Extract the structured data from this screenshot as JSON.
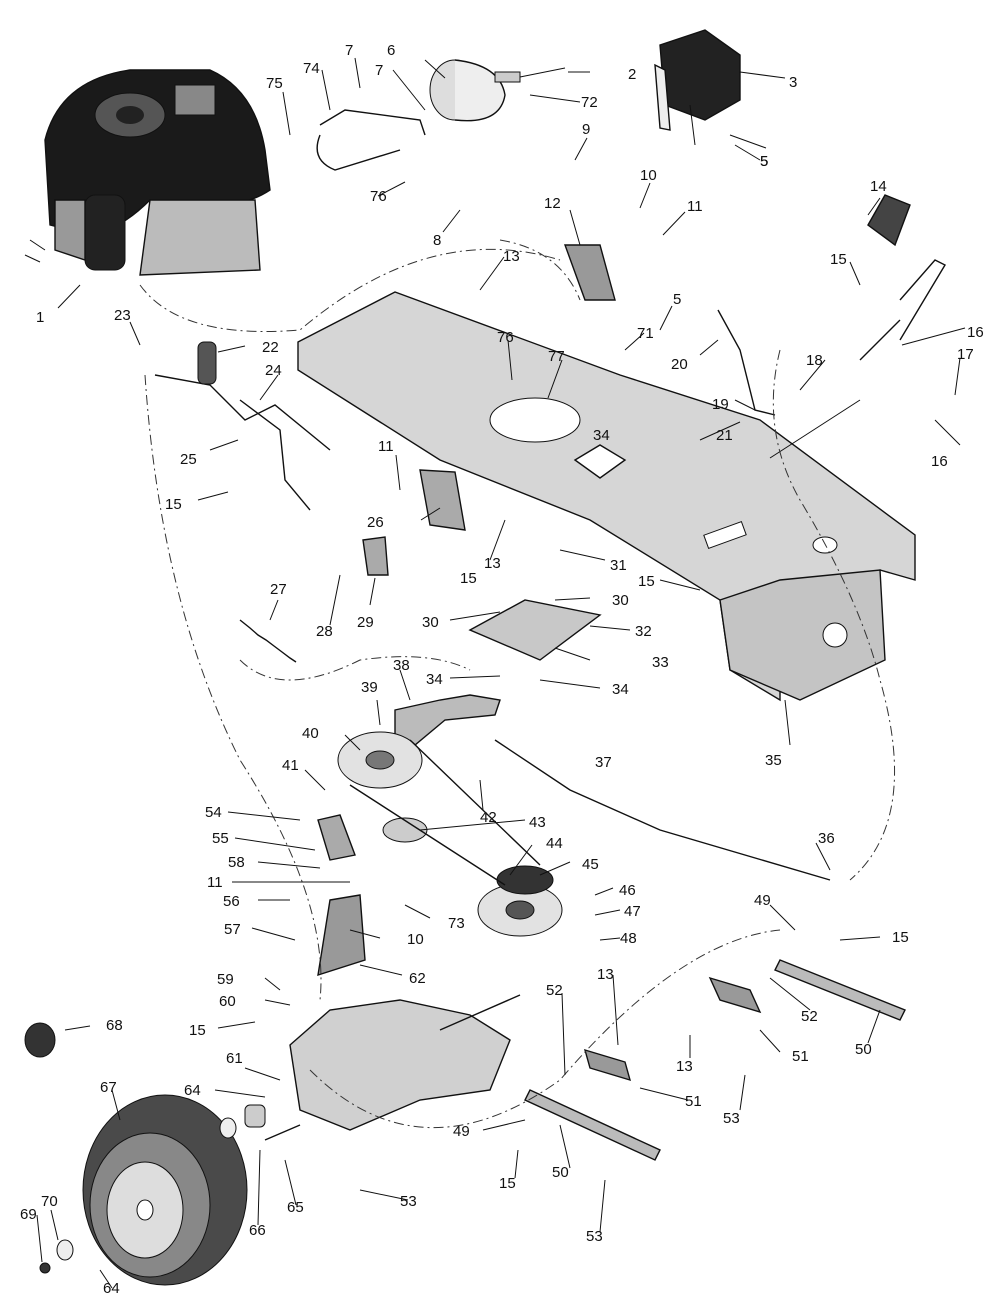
{
  "diagram": {
    "callouts": [
      {
        "id": "c1",
        "text": "1"
      },
      {
        "id": "c2",
        "text": "2"
      },
      {
        "id": "c3",
        "text": "3"
      },
      {
        "id": "c5a",
        "text": "5"
      },
      {
        "id": "c6",
        "text": "6"
      },
      {
        "id": "c7a",
        "text": "7"
      },
      {
        "id": "c7b",
        "text": "7"
      },
      {
        "id": "c8",
        "text": "8"
      },
      {
        "id": "c9",
        "text": "9"
      },
      {
        "id": "c10a",
        "text": "10"
      },
      {
        "id": "c11a",
        "text": "11"
      },
      {
        "id": "c12",
        "text": "12"
      },
      {
        "id": "c13a",
        "text": "13"
      },
      {
        "id": "c14",
        "text": "14"
      },
      {
        "id": "c15a",
        "text": "15"
      },
      {
        "id": "c16a",
        "text": "16"
      },
      {
        "id": "c17",
        "text": "17"
      },
      {
        "id": "c16b",
        "text": "16"
      },
      {
        "id": "c18",
        "text": "18"
      },
      {
        "id": "c19",
        "text": "19"
      },
      {
        "id": "c20",
        "text": "20"
      },
      {
        "id": "c5b",
        "text": "5"
      },
      {
        "id": "c71",
        "text": "71"
      },
      {
        "id": "c77",
        "text": "77"
      },
      {
        "id": "c76a",
        "text": "76"
      },
      {
        "id": "c21",
        "text": "21"
      },
      {
        "id": "c22",
        "text": "22"
      },
      {
        "id": "c23",
        "text": "23"
      },
      {
        "id": "c24",
        "text": "24"
      },
      {
        "id": "c25",
        "text": "25"
      },
      {
        "id": "c15b",
        "text": "15"
      },
      {
        "id": "c11b",
        "text": "11"
      },
      {
        "id": "c26",
        "text": "26"
      },
      {
        "id": "c13b",
        "text": "13"
      },
      {
        "id": "c31",
        "text": "31"
      },
      {
        "id": "c15c",
        "text": "15"
      },
      {
        "id": "c15d",
        "text": "15"
      },
      {
        "id": "c30a",
        "text": "30"
      },
      {
        "id": "c30b",
        "text": "30"
      },
      {
        "id": "c32",
        "text": "32"
      },
      {
        "id": "c33",
        "text": "33"
      },
      {
        "id": "c34a",
        "text": "34"
      },
      {
        "id": "c34b",
        "text": "34"
      },
      {
        "id": "c34c",
        "text": "34"
      },
      {
        "id": "c27",
        "text": "27"
      },
      {
        "id": "c28",
        "text": "28"
      },
      {
        "id": "c29",
        "text": "29"
      },
      {
        "id": "c35",
        "text": "35"
      },
      {
        "id": "c38",
        "text": "38"
      },
      {
        "id": "c39",
        "text": "39"
      },
      {
        "id": "c40",
        "text": "40"
      },
      {
        "id": "c41",
        "text": "41"
      },
      {
        "id": "c42",
        "text": "42"
      },
      {
        "id": "c43",
        "text": "43"
      },
      {
        "id": "c44",
        "text": "44"
      },
      {
        "id": "c45",
        "text": "45"
      },
      {
        "id": "c37",
        "text": "37"
      },
      {
        "id": "c36",
        "text": "36"
      },
      {
        "id": "c54",
        "text": "54"
      },
      {
        "id": "c55",
        "text": "55"
      },
      {
        "id": "c58",
        "text": "58"
      },
      {
        "id": "c11c",
        "text": "11"
      },
      {
        "id": "c56",
        "text": "56"
      },
      {
        "id": "c57",
        "text": "57"
      },
      {
        "id": "c10b",
        "text": "10"
      },
      {
        "id": "c73",
        "text": "73"
      },
      {
        "id": "c46",
        "text": "46"
      },
      {
        "id": "c47",
        "text": "47"
      },
      {
        "id": "c48",
        "text": "48"
      },
      {
        "id": "c49a",
        "text": "49"
      },
      {
        "id": "c15e",
        "text": "15"
      },
      {
        "id": "c62",
        "text": "62"
      },
      {
        "id": "c59",
        "text": "59"
      },
      {
        "id": "c60",
        "text": "60"
      },
      {
        "id": "c15f",
        "text": "15"
      },
      {
        "id": "c68",
        "text": "68"
      },
      {
        "id": "c52a",
        "text": "52"
      },
      {
        "id": "c13c",
        "text": "13"
      },
      {
        "id": "c52b",
        "text": "52"
      },
      {
        "id": "c13d",
        "text": "13"
      },
      {
        "id": "c51a",
        "text": "51"
      },
      {
        "id": "c50a",
        "text": "50"
      },
      {
        "id": "c61",
        "text": "61"
      },
      {
        "id": "c64a",
        "text": "64"
      },
      {
        "id": "c67",
        "text": "67"
      },
      {
        "id": "c51b",
        "text": "51"
      },
      {
        "id": "c53a",
        "text": "53"
      },
      {
        "id": "c49b",
        "text": "49"
      },
      {
        "id": "c50b",
        "text": "50"
      },
      {
        "id": "c15g",
        "text": "15"
      },
      {
        "id": "c65",
        "text": "65"
      },
      {
        "id": "c66",
        "text": "66"
      },
      {
        "id": "c53b",
        "text": "53"
      },
      {
        "id": "c53c",
        "text": "53"
      },
      {
        "id": "c70",
        "text": "70"
      },
      {
        "id": "c69",
        "text": "69"
      },
      {
        "id": "c64b",
        "text": "64"
      },
      {
        "id": "c74",
        "text": "74"
      },
      {
        "id": "c75",
        "text": "75"
      },
      {
        "id": "c72",
        "text": "72"
      },
      {
        "id": "c76b",
        "text": "76"
      },
      {
        "id": "c5c",
        "text": "5"
      }
    ]
  }
}
